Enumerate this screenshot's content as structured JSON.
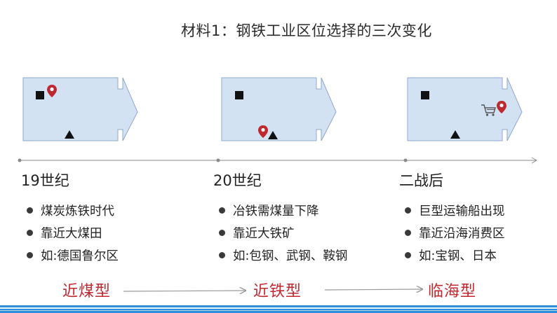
{
  "title": "材料1：钢铁工业区位选择的三次变化",
  "eras": [
    {
      "heading": "19世纪",
      "bullets": [
        "煤炭炼铁时代",
        "靠近大煤田",
        "如:德国鲁尔区"
      ],
      "type_label": "近煤型"
    },
    {
      "heading": "20世纪",
      "bullets": [
        "冶铁需煤量下降",
        "靠近大铁矿",
        "如:包钢、武钢、鞍钢"
      ],
      "type_label": "近铁型"
    },
    {
      "heading": "二战后",
      "bullets": [
        "巨型运输船出现",
        "靠近沿海消费区",
        "如:宝钢、日本"
      ],
      "type_label": "临海型"
    }
  ],
  "icons": {
    "coal": "black-square-icon",
    "iron_ore": "black-triangle-icon",
    "location": "map-pin-icon",
    "market": "shopping-cart-icon"
  },
  "colors": {
    "panel_fill": "#d3e2f3",
    "panel_stroke": "#8fa8c8",
    "pin": "#c0282f",
    "type_label": "#c0282f",
    "timeline": "#888888",
    "bottom_bar": "#2f8fd8"
  }
}
